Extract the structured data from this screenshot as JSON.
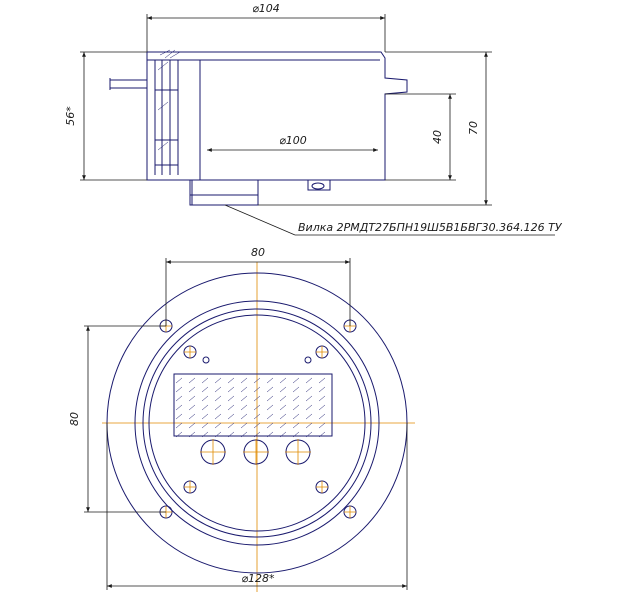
{
  "side_view": {
    "dim_top": "⌀104",
    "dim_inner": "⌀100",
    "dim_left": "56*",
    "dim_right_inner": "40",
    "dim_right_outer": "70",
    "callout": "Вилка 2РМДТ27БПН19Ш5В1БВГ30.364.126 ТУ"
  },
  "front_view": {
    "dim_top": "80",
    "dim_left": "80",
    "dim_bottom": "⌀128*"
  }
}
